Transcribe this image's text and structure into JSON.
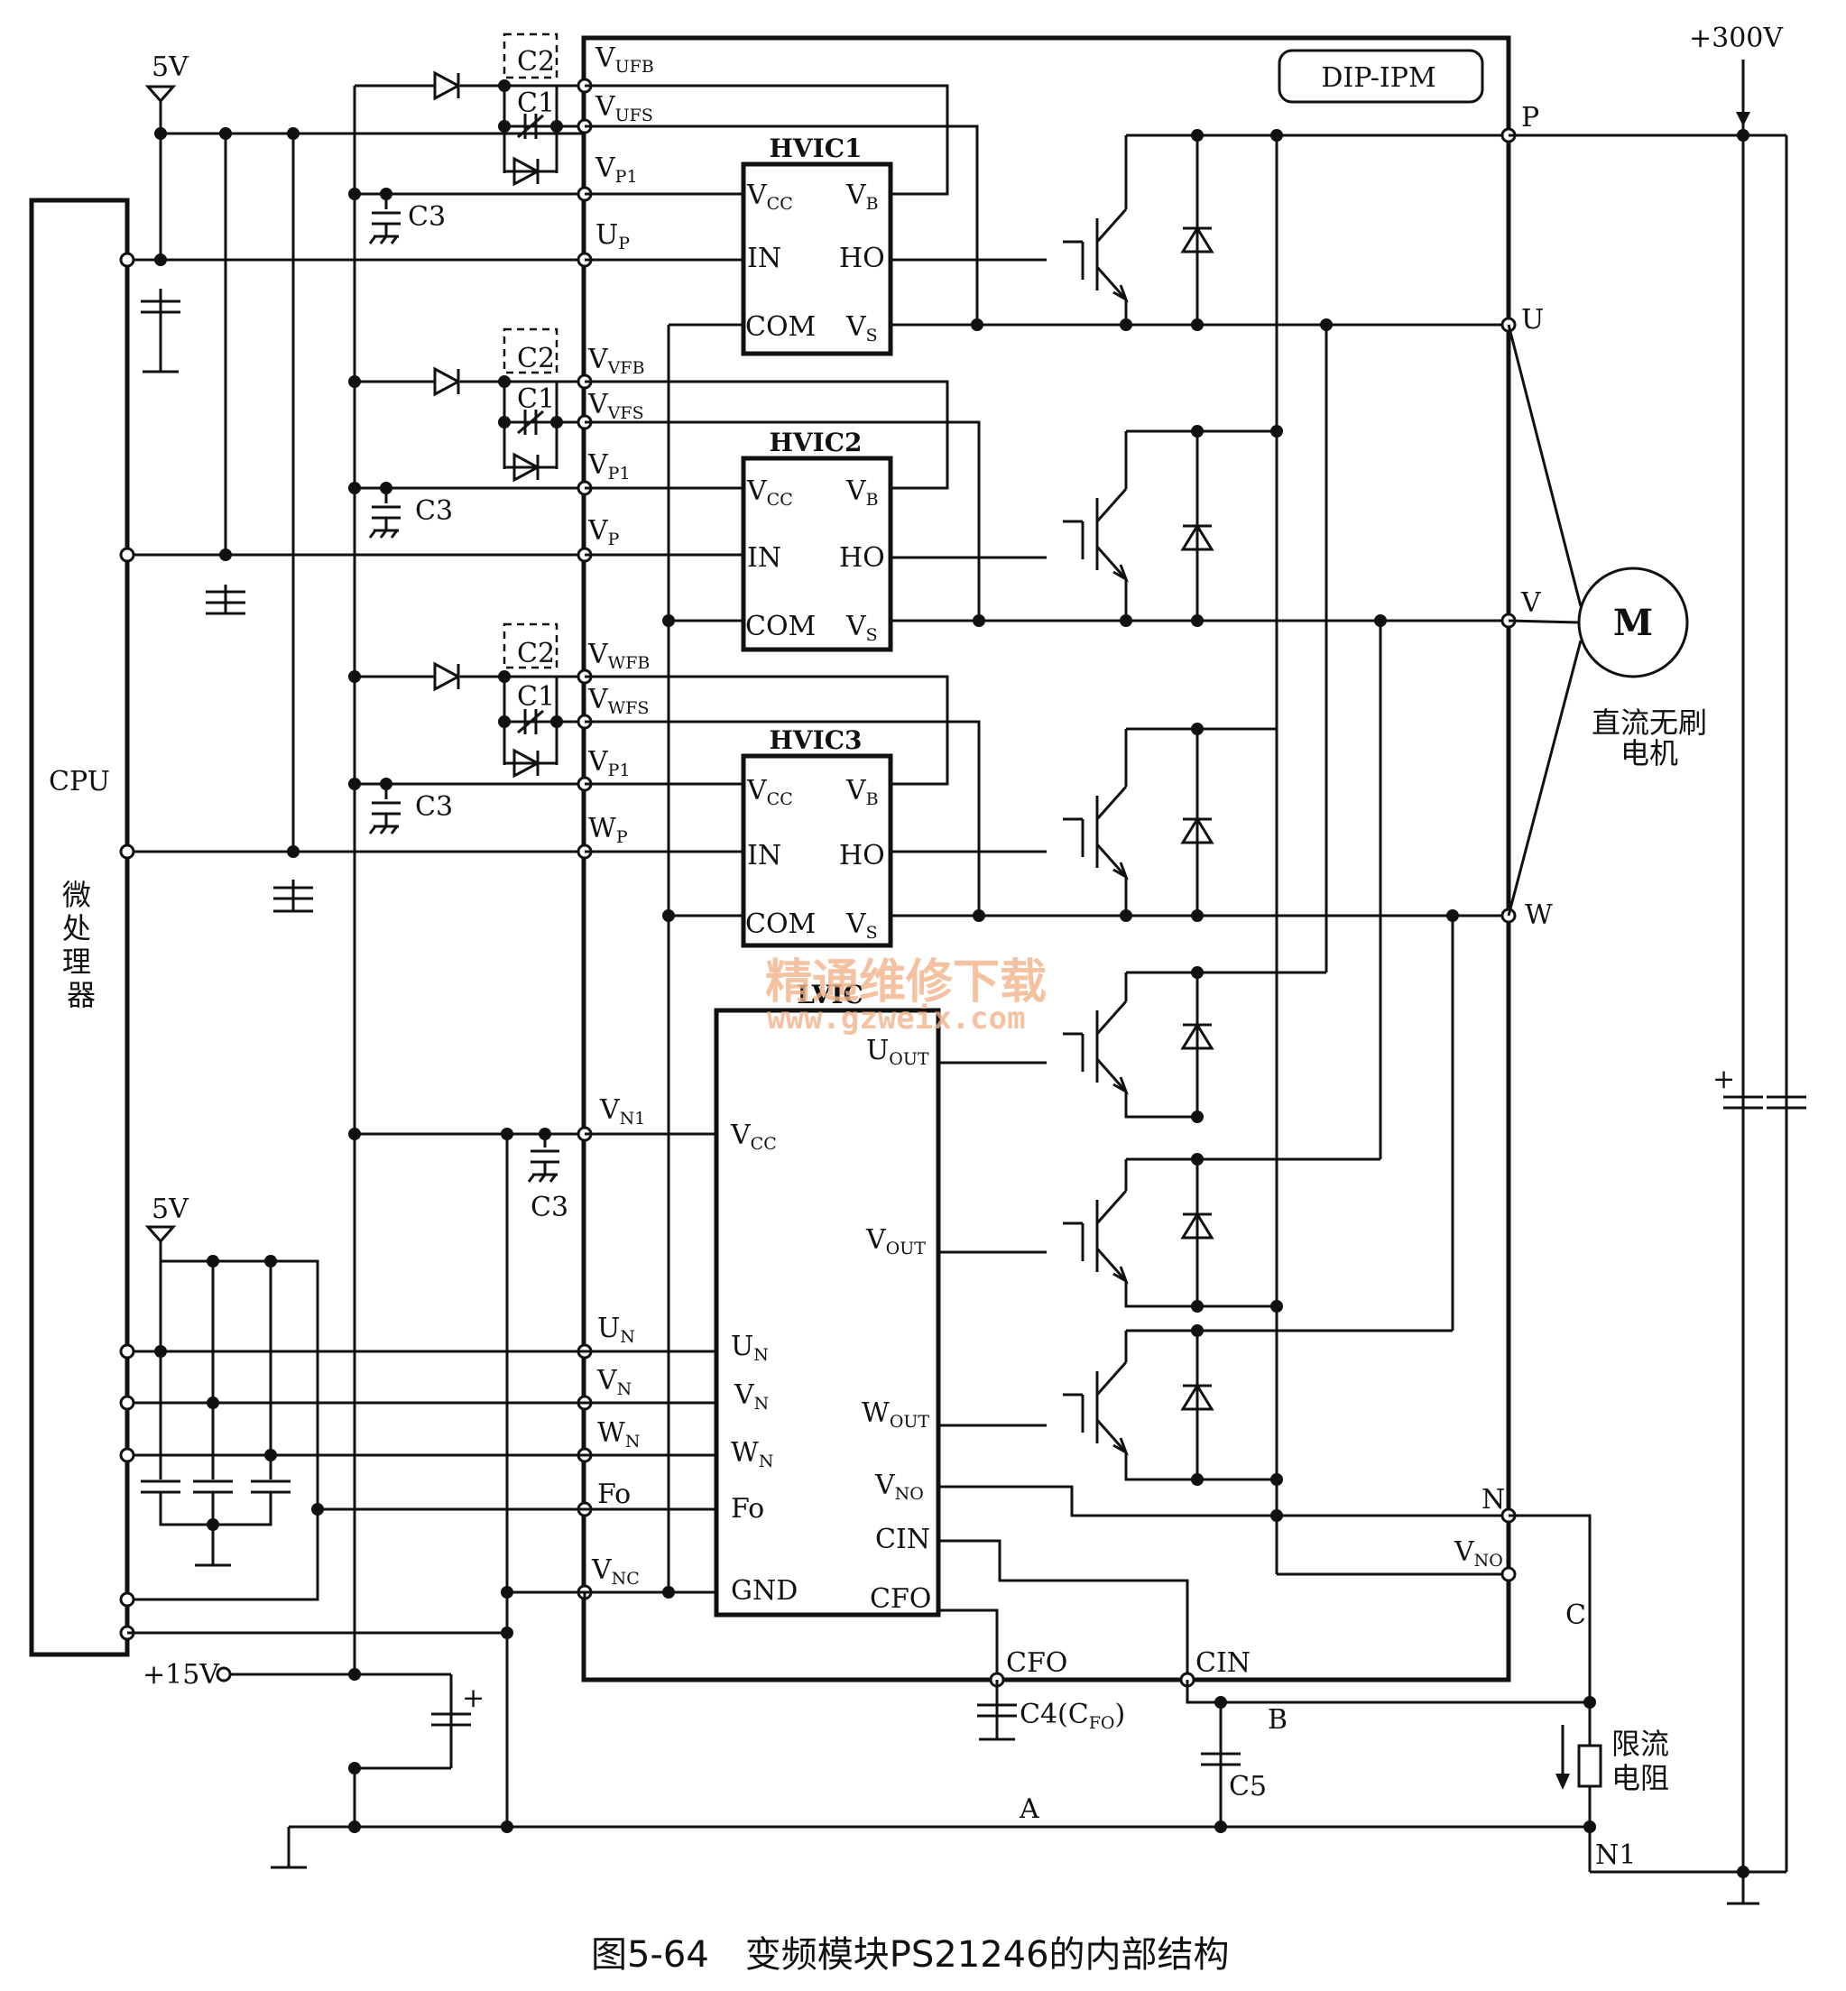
{
  "module": {
    "label": "DIP-IPM"
  },
  "supply": {
    "hv": "+300V",
    "v5_top": "5V",
    "v5_bottom": "5V",
    "v15": "+15V"
  },
  "cpu": {
    "label": "CPU",
    "sub": "微处理器"
  },
  "hvic": [
    {
      "name": "HVIC1",
      "vcc": "V",
      "vcc_sub": "CC",
      "in": "IN",
      "com": "COM",
      "vb": "V",
      "vb_sub": "B",
      "ho": "HO",
      "vs": "V",
      "vs_sub": "S"
    },
    {
      "name": "HVIC2",
      "vcc": "V",
      "vcc_sub": "CC",
      "in": "IN",
      "com": "COM",
      "vb": "V",
      "vb_sub": "B",
      "ho": "HO",
      "vs": "V",
      "vs_sub": "S"
    },
    {
      "name": "HVIC3",
      "vcc": "V",
      "vcc_sub": "CC",
      "in": "IN",
      "com": "COM",
      "vb": "V",
      "vb_sub": "B",
      "ho": "HO",
      "vs": "V",
      "vs_sub": "S"
    }
  ],
  "lvic": {
    "name": "LVIC",
    "vcc": "V",
    "vcc_sub": "CC",
    "un": "U",
    "un_sub": "N",
    "vn": "V",
    "vn_sub": "N",
    "wn": "W",
    "wn_sub": "N",
    "fo": "Fo",
    "gnd": "GND",
    "uout": "U",
    "uout_sub": "OUT",
    "vout": "V",
    "vout_sub": "OUT",
    "wout": "W",
    "wout_sub": "OUT",
    "vno": "V",
    "vno_sub": "NO",
    "cin": "CIN",
    "cfo": "CFO"
  },
  "pins": {
    "vufb": "V",
    "vufb_sub": "UFB",
    "vufs": "V",
    "vufs_sub": "UFS",
    "vp1": "V",
    "vp1_sub": "P1",
    "up": "U",
    "up_sub": "P",
    "vvfb": "V",
    "vvfb_sub": "VFB",
    "vvfs": "V",
    "vvfs_sub": "VFS",
    "vp": "V",
    "vp_sub": "P",
    "vwfb": "V",
    "vwfb_sub": "WFB",
    "vwfs": "V",
    "vwfs_sub": "WFS",
    "wp": "W",
    "wp_sub": "P",
    "vn1": "V",
    "vn1_sub": "N1",
    "un": "U",
    "un_sub": "N",
    "vn": "V",
    "vn_sub": "N",
    "wn": "W",
    "wn_sub": "N",
    "fo": "Fo",
    "vnc": "V",
    "vnc_sub": "NC",
    "p": "P",
    "u": "U",
    "v": "V",
    "w": "W",
    "n": "N",
    "vno": "V",
    "vno_sub": "NO"
  },
  "caps": {
    "c1": "C1",
    "c2": "C2",
    "c3": "C3",
    "c4": "C4(C",
    "c4_sub": "FO",
    "c4_end": ")",
    "c5": "C5"
  },
  "nodes": {
    "cfo": "CFO",
    "cin": "CIN",
    "a": "A",
    "b": "B",
    "c": "C",
    "n1": "N1"
  },
  "motor": {
    "symbol": "M",
    "line1": "直流无刷",
    "line2": "电机"
  },
  "resistor": {
    "line1": "限流",
    "line2": "电阻"
  },
  "watermark": {
    "cn": "精通维修下载",
    "url": "www.gzweix.com"
  },
  "caption": {
    "fig": "图5-64",
    "title": "变频模块PS21246的内部结构"
  }
}
